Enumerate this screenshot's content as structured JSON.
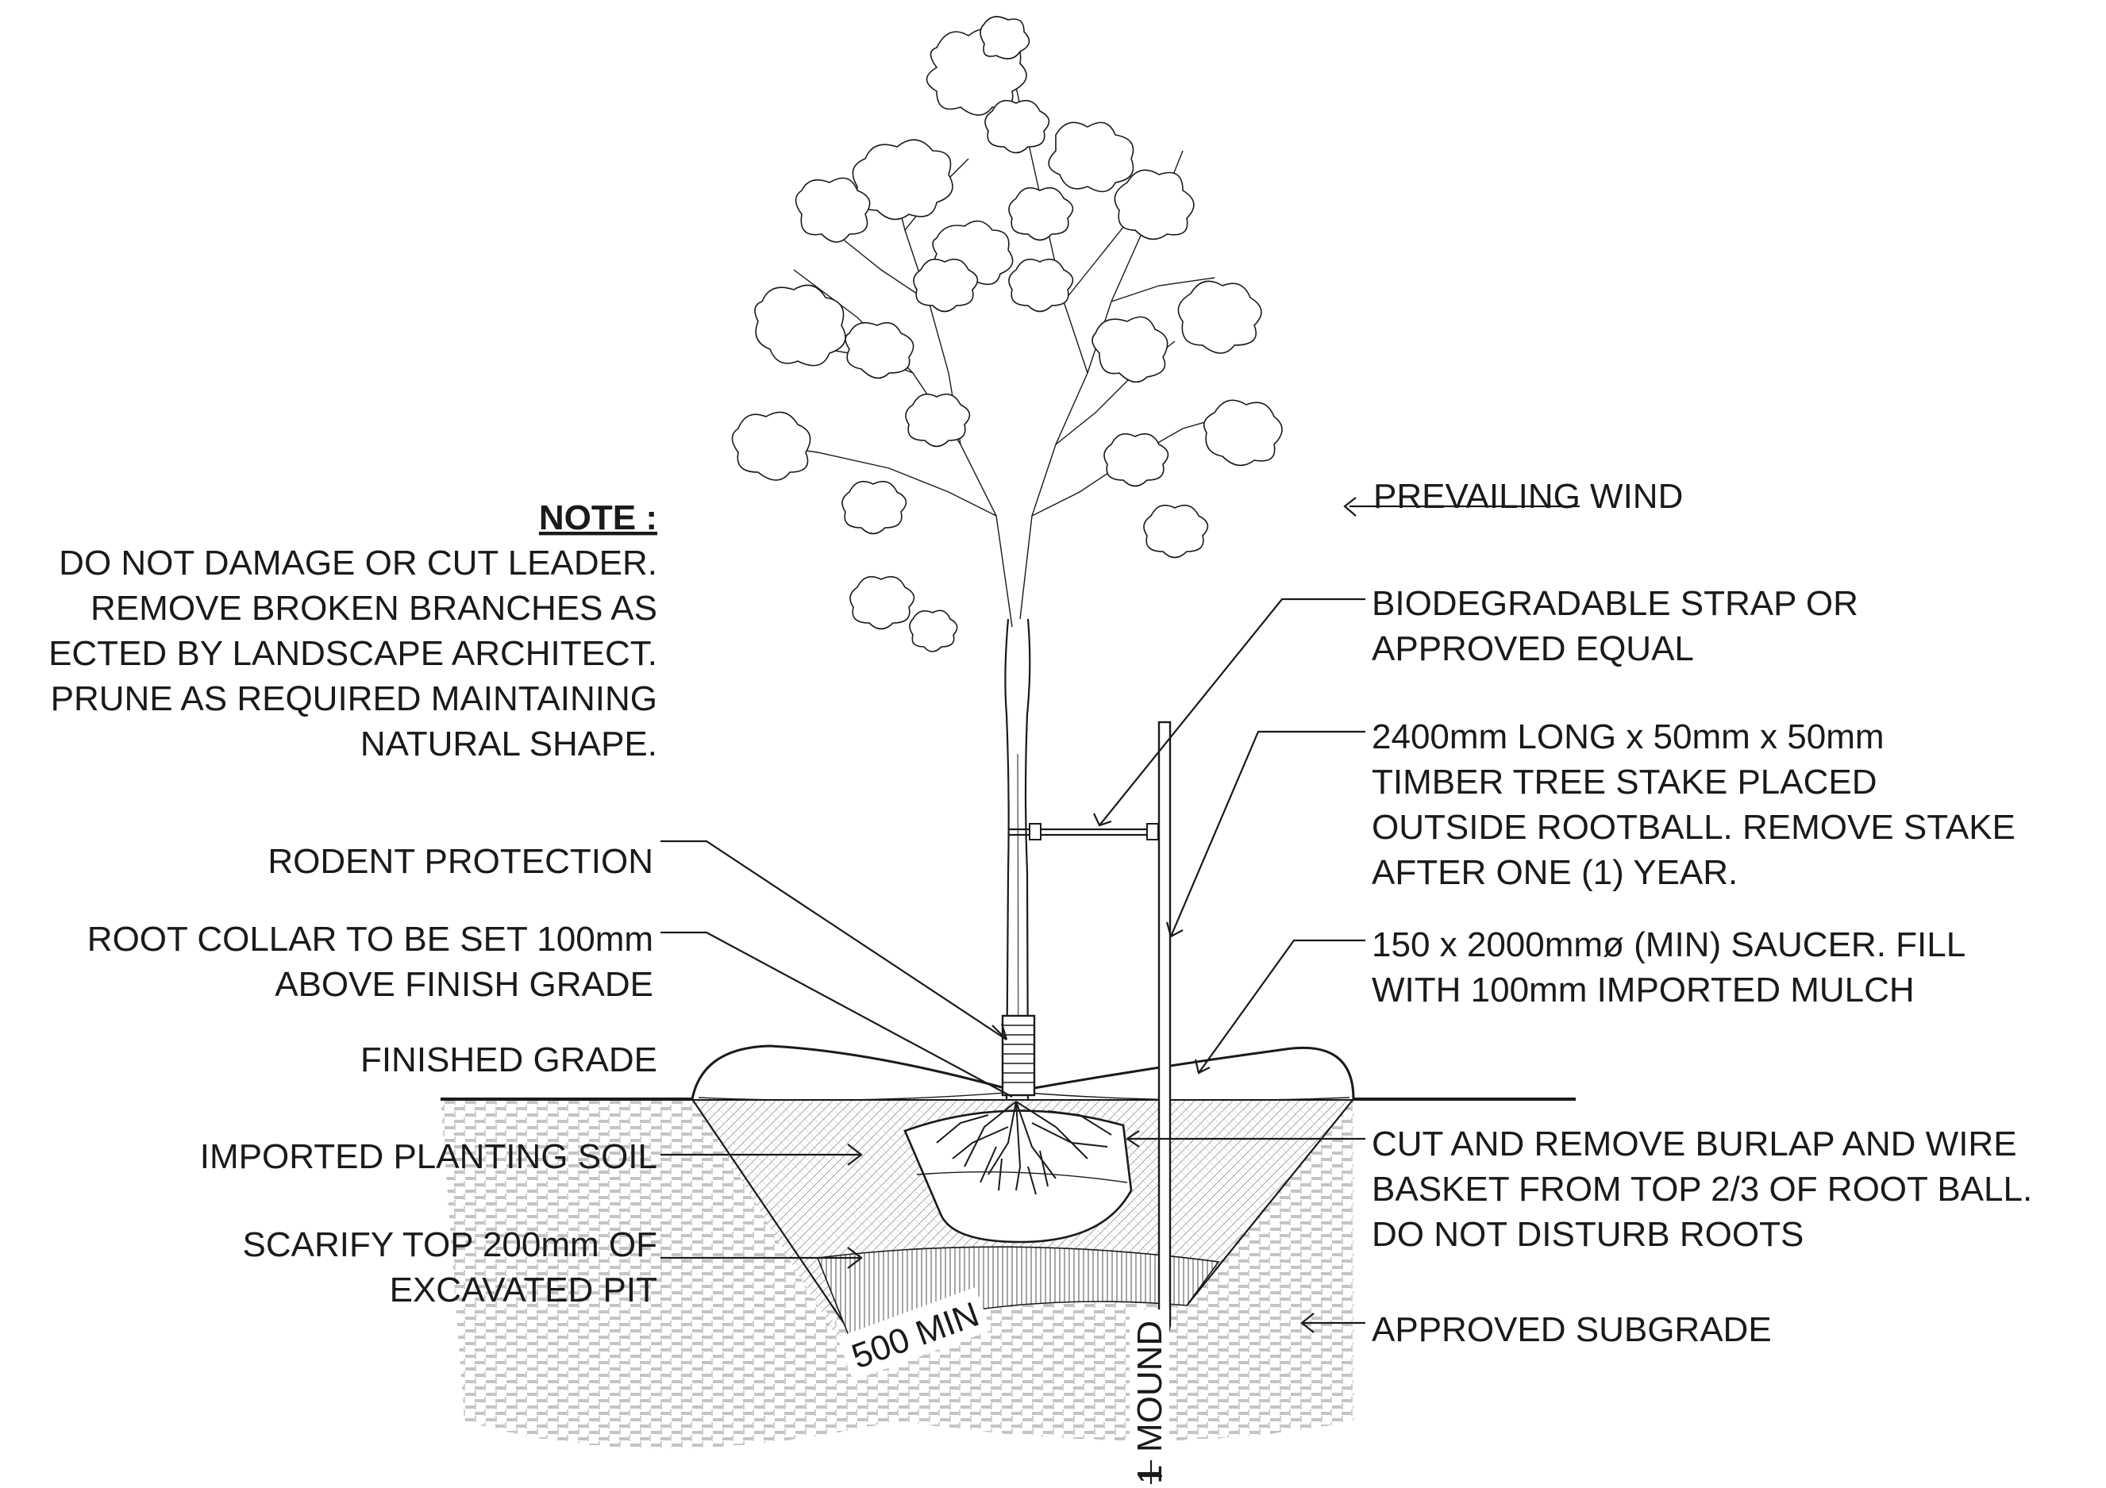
{
  "note": {
    "title": "NOTE :",
    "lines": [
      "DO NOT DAMAGE OR CUT LEADER.",
      "REMOVE BROKEN BRANCHES AS",
      "ECTED BY LANDSCAPE ARCHITECT.",
      "PRUNE AS REQUIRED MAINTAINING",
      "NATURAL SHAPE."
    ]
  },
  "left_labels": {
    "rodent": "RODENT PROTECTION",
    "collar_1": "ROOT COLLAR TO BE SET 100mm",
    "collar_2": "ABOVE FINISH GRADE",
    "finished": "FINISHED GRADE",
    "soil": "IMPORTED PLANTING SOIL",
    "scarify_1": "SCARIFY TOP 200mm OF",
    "scarify_2": "EXCAVATED PIT"
  },
  "right_labels": {
    "wind": "PREVAILING WIND",
    "strap_1": "BIODEGRADABLE STRAP OR",
    "strap_2": "APPROVED EQUAL",
    "stake_1": "2400mm LONG x 50mm x 50mm",
    "stake_2": "TIMBER TREE STAKE PLACED",
    "stake_3": "OUTSIDE ROOTBALL. REMOVE STAKE",
    "stake_4": "AFTER ONE (1) YEAR.",
    "saucer_1": "150 x 2000mmø (MIN) SAUCER. FILL",
    "saucer_2": "WITH 100mm IMPORTED MULCH",
    "burlap_1": "CUT AND REMOVE BURLAP AND WIRE",
    "burlap_2": "BASKET FROM TOP 2/3 OF ROOT BALL.",
    "burlap_3": "DO NOT DISTURB ROOTS",
    "subgrade": "APPROVED SUBGRADE"
  },
  "dimensions": {
    "pit_min": "500 MIN",
    "mound": "MOUND",
    "mound_prefix": "1"
  }
}
